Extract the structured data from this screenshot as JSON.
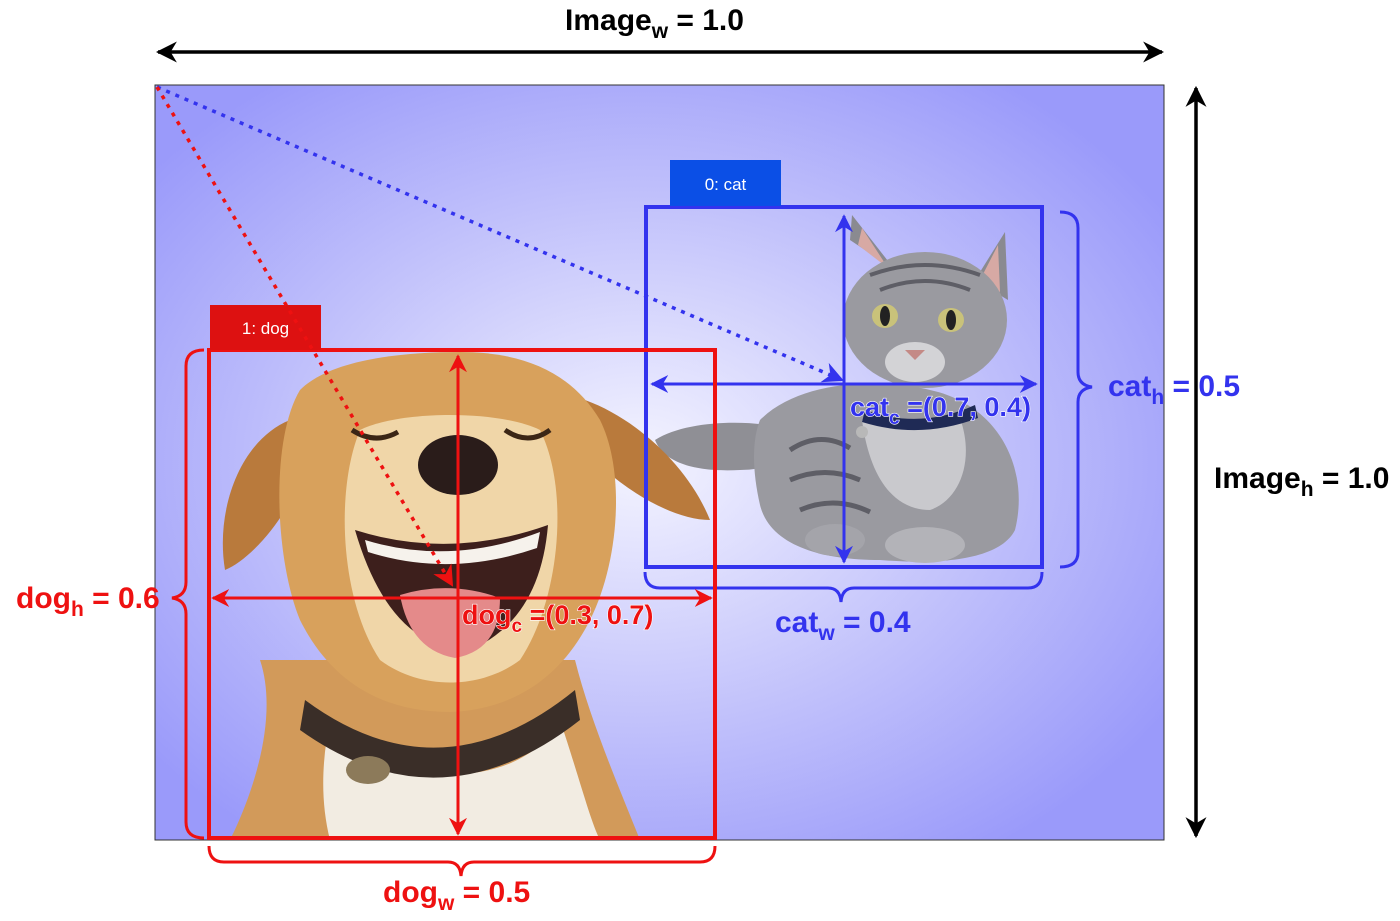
{
  "image": {
    "width_label": {
      "base": "Image",
      "sub": "w",
      "rest": " = 1.0"
    },
    "height_label": {
      "base": "Image",
      "sub": "h",
      "rest": " = 1.0"
    }
  },
  "cat": {
    "tag": "0: cat",
    "center_label": {
      "base": "cat",
      "sub": "c",
      "rest": " =(0.7, 0.4)"
    },
    "width_label": {
      "base": "cat",
      "sub": "w",
      "rest": " = 0.4"
    },
    "height_label": {
      "base": "cat",
      "sub": "h",
      "rest": " = 0.5"
    }
  },
  "dog": {
    "tag": "1: dog",
    "center_label": {
      "base": "dog",
      "sub": "c",
      "rest": " =(0.3, 0.7)"
    },
    "width_label": {
      "base": "dog",
      "sub": "w",
      "rest": " = 0.5"
    },
    "height_label": {
      "base": "dog",
      "sub": "h",
      "rest": " = 0.6"
    }
  },
  "colors": {
    "background_outer": "#9a9afa",
    "background_inner": "#f4f4ff",
    "cat": "#3333ee",
    "cat_tag": "#0b4fe6",
    "dog": "#ee1111",
    "dog_tag": "#dd1111",
    "black": "#000000"
  }
}
